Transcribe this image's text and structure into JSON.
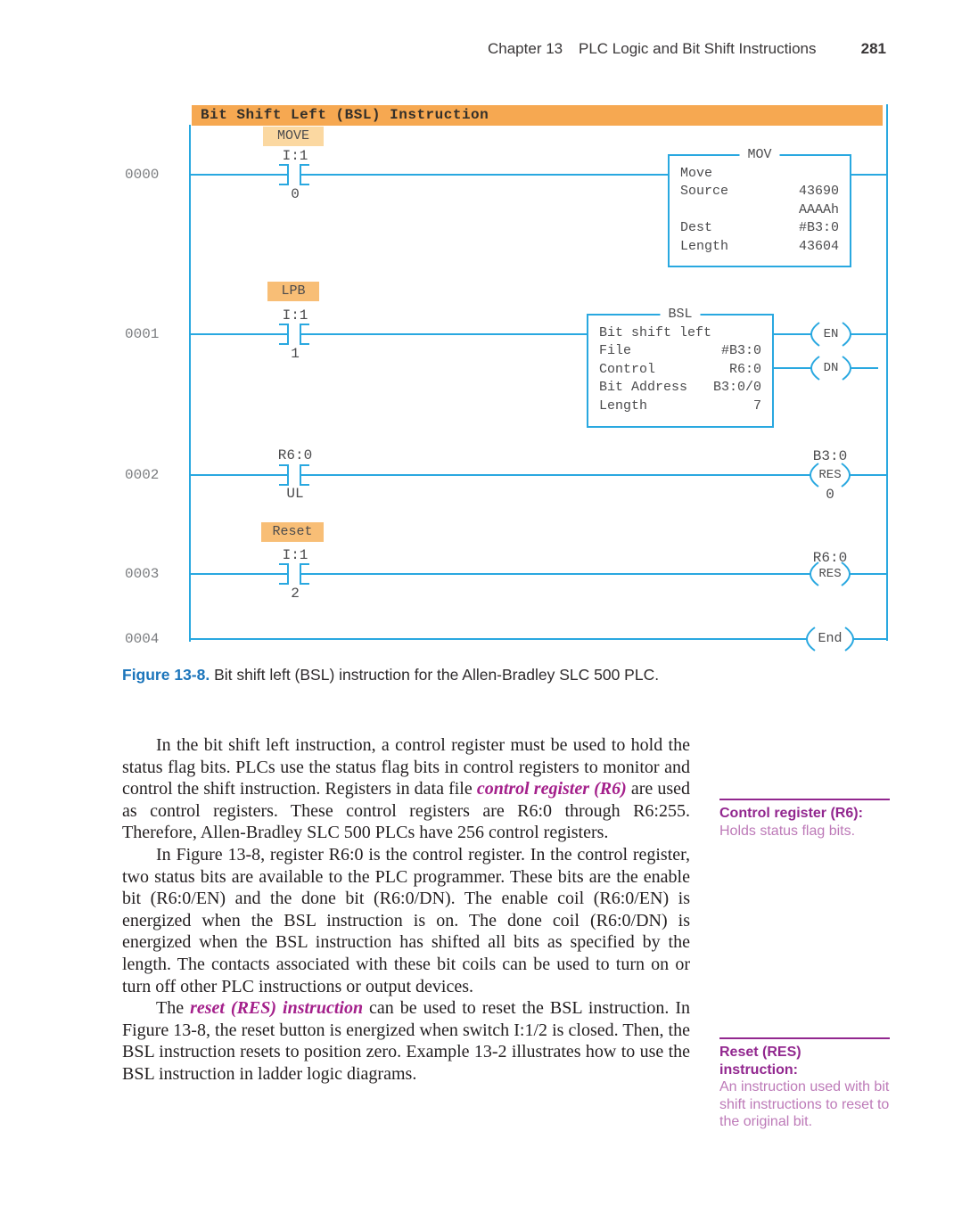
{
  "page_header": {
    "chapter": "Chapter 13",
    "title": "PLC Logic and Bit Shift Instructions",
    "page_number": "281"
  },
  "ladder": {
    "title": "Bit Shift Left (BSL) Instruction",
    "rung_numbers": [
      "0000",
      "0001",
      "0002",
      "0003",
      "0004"
    ],
    "rung0": {
      "tag_label": "MOVE",
      "contact_name": "I:1",
      "contact_bit": "0"
    },
    "mov_box": {
      "title": "MOV",
      "rows": [
        {
          "label": "Move",
          "value": ""
        },
        {
          "label": "Source",
          "value": "43690"
        },
        {
          "label": "",
          "value": "AAAAh"
        },
        {
          "label": "Dest",
          "value": "#B3:0"
        },
        {
          "label": "Length",
          "value": "43604"
        }
      ]
    },
    "rung1": {
      "tag_label": "LPB",
      "contact_name": "I:1",
      "contact_bit": "1"
    },
    "bsl_box": {
      "title": "BSL",
      "rows": [
        {
          "label": "Bit shift left",
          "value": ""
        },
        {
          "label": "File",
          "value": "#B3:0"
        },
        {
          "label": "Control",
          "value": "R6:0"
        },
        {
          "label": "Bit Address",
          "value": "B3:0/0"
        },
        {
          "label": "Length",
          "value": "7"
        }
      ]
    },
    "en_coil": "EN",
    "dn_coil": "DN",
    "rung2": {
      "contact_name": "R6:0",
      "contact_bit": "UL",
      "coil_name": "B3:0",
      "coil_label": "RES",
      "coil_bit": "0"
    },
    "rung3": {
      "tag_label": "Reset",
      "contact_name": "I:1",
      "contact_bit": "2",
      "coil_name": "R6:0",
      "coil_label": "RES"
    },
    "rung4": {
      "coil_label": "End"
    }
  },
  "figure_caption": {
    "label": "Figure 13-8.",
    "text": " Bit shift left (BSL) instruction for the Allen-Bradley SLC 500 PLC."
  },
  "body": {
    "p1": {
      "pre": "In the bit shift left instruction, a control register must be used to hold the status flag bits. PLCs use the status flag bits in control registers to monitor and control the shift instruction. Registers in data file ",
      "keyword": "control register (R6)",
      "post": " are used as control registers. These control registers are R6:0 through R6:255. Therefore, Allen-Bradley SLC 500 PLCs have 256 control registers."
    },
    "p2": {
      "text": "In Figure 13-8, register R6:0 is the control register. In the control register, two status bits are available to the PLC programmer. These bits are the enable bit (R6:0/EN) and the done bit (R6:0/DN). The enable coil (R6:0/EN) is energized when the BSL instruction is on. The done coil (R6:0/DN) is energized when the BSL instruction has shifted all bits as specified by the length. The contacts associated with these bit coils can be used to turn on or turn off other PLC instructions or output devices."
    },
    "p3": {
      "pre": "The ",
      "keyword": "reset (RES) instruction",
      "post": " can be used to reset the BSL instruction. In Figure 13-8, the reset button is energized when switch I:1/2 is closed. Then, the BSL instruction resets to position zero. Example 13-2 illustrates how to use the BSL instruction in ladder logic diagrams."
    }
  },
  "margin_notes": [
    {
      "term": "Control register (R6):",
      "definition": "Holds status flag bits."
    },
    {
      "term": "Reset (RES) instruction:",
      "definition": "An instruction used with bit shift instructions to reset to the original bit."
    }
  ],
  "colors": {
    "ladder_line": "#29a8e0",
    "title_bar_orange": "#f6a851",
    "tag_light_orange": "#fbd8a1",
    "tag_mid_orange": "#f8be76",
    "caption_blue": "#1c75bb",
    "keyword_magenta": "#a4208b",
    "margin_purple": "#92278f",
    "margin_light_purple": "#bd7ab8"
  }
}
